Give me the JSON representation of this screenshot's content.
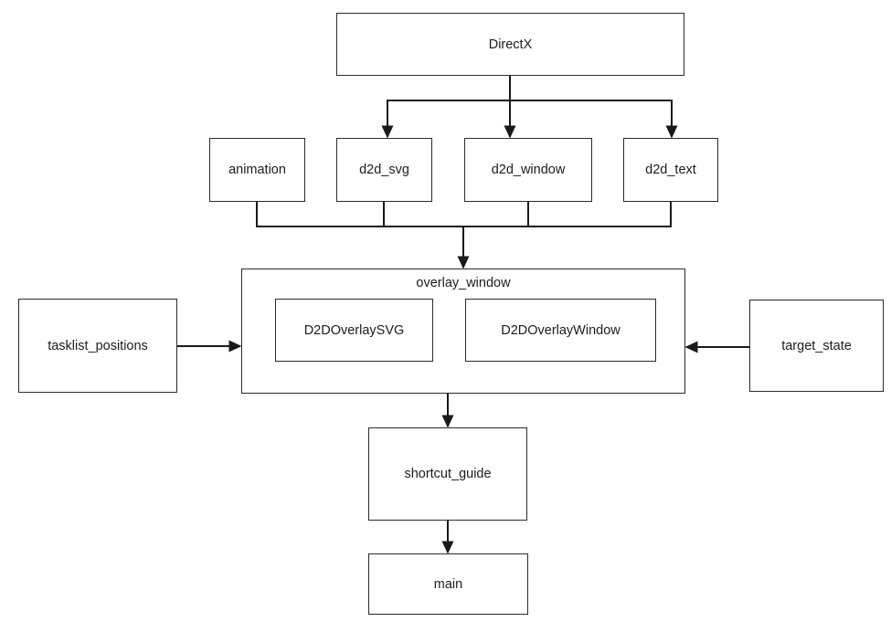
{
  "diagram": {
    "title": "module dependency diagram",
    "background_color": "#ffffff",
    "line_color": "#1a1a1a",
    "box_border_color": "#2b2b2b",
    "text_color": "#1c1c1c"
  },
  "nodes": {
    "directx": {
      "label": "DirectX"
    },
    "animation": {
      "label": "animation"
    },
    "d2d_svg": {
      "label": "d2d_svg"
    },
    "d2d_window": {
      "label": "d2d_window"
    },
    "d2d_text": {
      "label": "d2d_text"
    },
    "overlay_window": {
      "label": "overlay_window"
    },
    "d2d_overlay_svg": {
      "label": "D2DOverlaySVG"
    },
    "d2d_overlay_window": {
      "label": "D2DOverlayWindow"
    },
    "tasklist_positions": {
      "label": "tasklist_positions"
    },
    "target_state": {
      "label": "target_state"
    },
    "shortcut_guide": {
      "label": "shortcut_guide"
    },
    "main": {
      "label": "main"
    }
  },
  "edges": [
    {
      "from": "DirectX",
      "to": "d2d_svg"
    },
    {
      "from": "DirectX",
      "to": "d2d_window"
    },
    {
      "from": "DirectX",
      "to": "d2d_text"
    },
    {
      "from": "animation",
      "to": "overlay_window"
    },
    {
      "from": "d2d_svg",
      "to": "overlay_window"
    },
    {
      "from": "d2d_window",
      "to": "overlay_window"
    },
    {
      "from": "d2d_text",
      "to": "overlay_window"
    },
    {
      "from": "tasklist_positions",
      "to": "overlay_window"
    },
    {
      "from": "target_state",
      "to": "overlay_window"
    },
    {
      "from": "overlay_window",
      "to": "shortcut_guide"
    },
    {
      "from": "shortcut_guide",
      "to": "main"
    }
  ]
}
